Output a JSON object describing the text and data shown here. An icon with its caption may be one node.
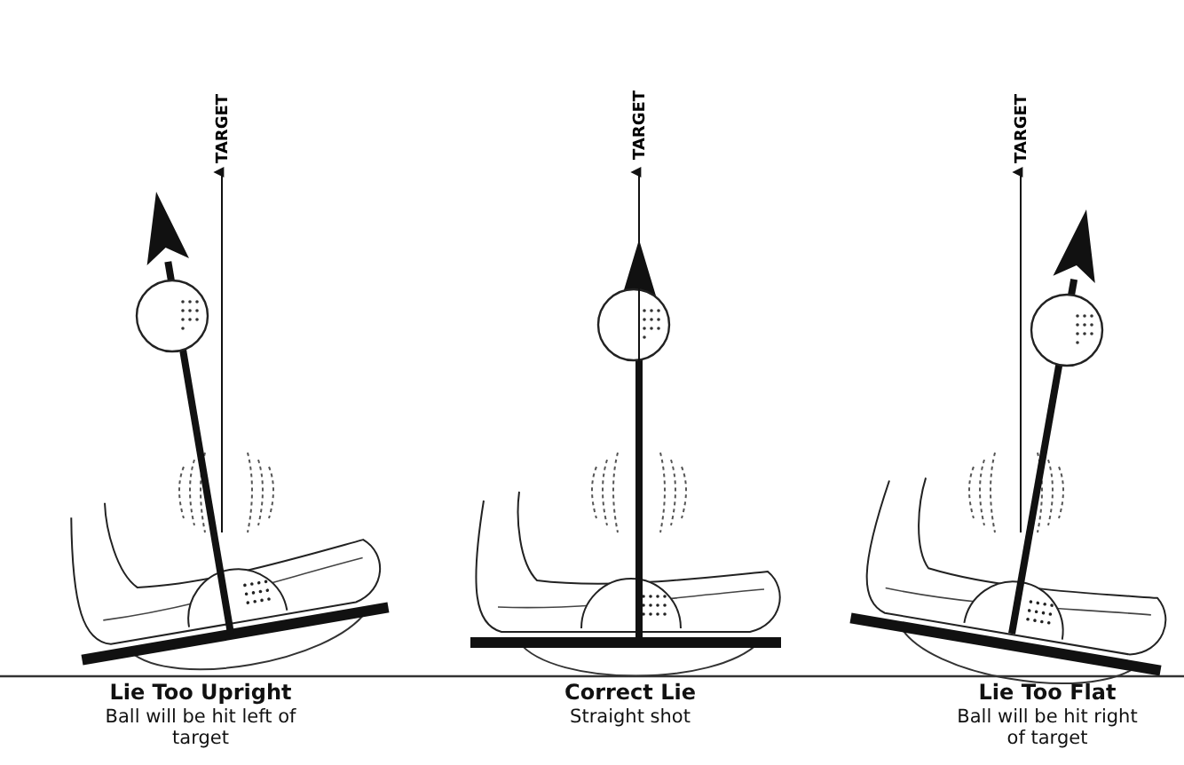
{
  "diagram": {
    "labels": [
      "TARGET",
      "TARGET",
      "TARGET",
      "Lie Too Upright",
      "Ball will be hit left of target",
      "Correct Lie",
      "Straight shot",
      "Lie Too Flat",
      "Ball will be hit right of target"
    ]
  }
}
